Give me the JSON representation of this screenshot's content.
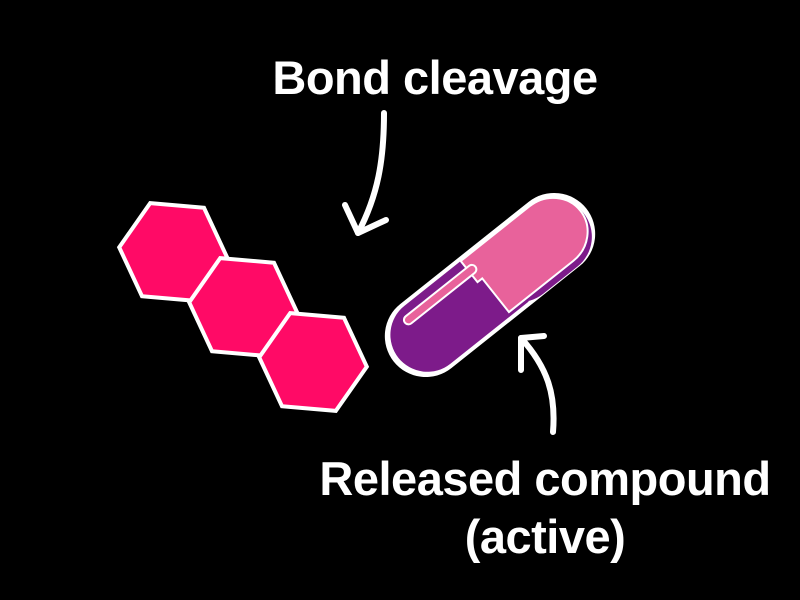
{
  "labels": {
    "bond_cleavage": "Bond cleavage",
    "released_line1": "Released compound",
    "released_line2": "(active)"
  },
  "colors": {
    "background": "#000000",
    "hexagon_fill": "#ff0a66",
    "outline": "#ffffff",
    "capsule_pink": "#e8629b",
    "capsule_purple": "#7d1b8a",
    "text": "#ffffff"
  },
  "molecule": {
    "ring_count": 3
  }
}
